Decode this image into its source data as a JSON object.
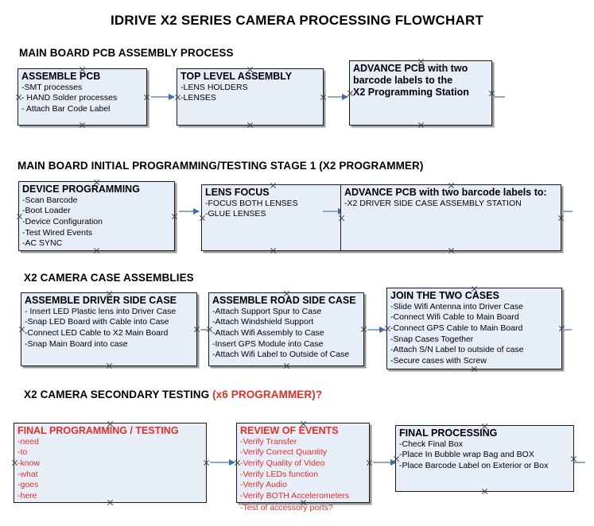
{
  "document": {
    "title": "IDRIVE X2  SERIES CAMERA PROCESSING FLOWCHART"
  },
  "colors": {
    "box_fill": "#e8eef8",
    "box_border": "#1a1a1a",
    "box_shadow": "#9a9a9a",
    "arrow": "#8fa9c6",
    "arrow_head": "#3f6fa8",
    "text": "#000000",
    "accent_red": "#e03028"
  },
  "sections": [
    {
      "heading": "MAIN BOARD PCB ASSEMBLY PROCESS",
      "heading_accent": "",
      "boxes": [
        {
          "title": "ASSEMBLE PCB",
          "lines": [
            "-SMT processes",
            "- HAND Solder processes",
            "- Attach Bar Code Label"
          ],
          "color": "black"
        },
        {
          "title": "TOP LEVEL ASSEMBLY",
          "lines": [
            "-LENS HOLDERS",
            "-LENSES"
          ],
          "color": "black"
        },
        {
          "title": "ADVANCE PCB with two",
          "lines": [
            "barcode labels to the",
            " X2 Programming Station"
          ],
          "color": "black"
        }
      ]
    },
    {
      "heading": "MAIN BOARD INITIAL PROGRAMMING/TESTING STAGE 1 (X2 PROGRAMMER)",
      "heading_accent": "",
      "boxes": [
        {
          "title": "DEVICE PROGRAMMING",
          "lines": [
            "-Scan Barcode",
            "-Boot Loader",
            "-Device Configuration",
            "-Test Wired Events",
            "-AC SYNC"
          ],
          "color": "black"
        },
        {
          "title": "LENS FOCUS",
          "lines": [
            "-FOCUS BOTH LENSES",
            "-GLUE LENSES"
          ],
          "color": "black"
        },
        {
          "title": "ADVANCE PCB with two barcode labels to:",
          "lines": [
            "-X2 DRIVER  SIDE  CASE  ASSEMBLY STATION"
          ],
          "color": "black"
        }
      ]
    },
    {
      "heading": "X2 CAMERA CASE ASSEMBLIES",
      "heading_accent": "",
      "boxes": [
        {
          "title": "ASSEMBLE DRIVER SIDE CASE",
          "lines": [
            "- Insert LED Plastic lens into Driver Case",
            "-Snap LED Board with Cable into Case",
            "-Connect LED Cable to X2 Main Board",
            "-Snap Main Board into case"
          ],
          "color": "black"
        },
        {
          "title": "ASSEMBLE ROAD SIDE CASE",
          "lines": [
            "-Attach Support Spur to Case",
            "-Attach Windshield Support",
            "-Attach Wifi Assembly to Case",
            "-Insert GPS Module into Case",
            "-Attach Wifi Label to Outside of Case"
          ],
          "color": "black"
        },
        {
          "title": "JOIN THE TWO CASES",
          "lines": [
            "-Slide Wifi Antenna into Driver Case",
            "-Connect Wifi Cable to Main Board",
            "-Connect GPS Cable to Main Board",
            "-Snap Cases Together",
            "-Attach S/N Label to outside of case",
            "-Secure cases with Screw"
          ],
          "color": "black"
        }
      ]
    },
    {
      "heading": "X2 CAMERA SECONDARY TESTING ",
      "heading_accent": "(x6 PROGRAMMER)?",
      "boxes": [
        {
          "title": "FINAL PROGRAMMING / TESTING",
          "lines": [
            "-need",
            "-to",
            "-know",
            "-what",
            "-goes",
            "-here"
          ],
          "color": "red"
        },
        {
          "title": "REVIEW OF EVENTS",
          "lines": [
            "-Verify Transfer",
            "-Verify Correct Quantity",
            "-Verify Quality of Video",
            "-Verify LEDs function",
            "-Verify Audio",
            "-Verify BOTH Accelerometers"
          ],
          "overflow_line": "-Test of accessory ports?",
          "color": "red"
        },
        {
          "title": "FINAL PROCESSING",
          "lines": [
            " -Check Final Box",
            "-Place In Bubble wrap Bag and BOX",
            "-Place Barcode Label on Exterior or Box"
          ],
          "color": "black"
        }
      ]
    }
  ]
}
